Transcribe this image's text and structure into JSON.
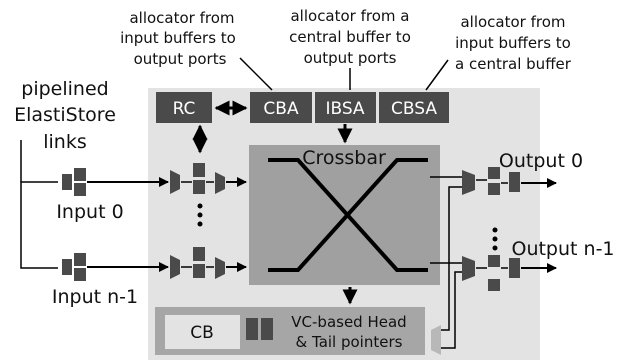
{
  "annotations": {
    "cba": {
      "line1": "allocator from",
      "line2": "input buffers to",
      "line3": "output ports"
    },
    "ibsa": {
      "line1": "allocator from a",
      "line2": "central buffer to",
      "line3": "output ports"
    },
    "cbsa": {
      "line1": "allocator from",
      "line2": "input buffers to",
      "line3": "a central buffer"
    }
  },
  "links_label": {
    "line1": "pipelined",
    "line2": "ElastiStore",
    "line3": "links"
  },
  "ports": {
    "input_0": "Input 0",
    "input_n1": "Input n-1",
    "output_0": "Output 0",
    "output_n1": "Output n-1"
  },
  "blocks": {
    "rc": "RC",
    "cba": "CBA",
    "ibsa": "IBSA",
    "cbsa": "CBSA",
    "crossbar": "Crossbar",
    "cb": "CB"
  },
  "pointers": {
    "line1": "VC-based Head",
    "line2": "& Tail pointers"
  },
  "colors": {
    "router_bg": "#e3e3e3",
    "dark_block": "#4a4a4a",
    "crossbar_bg": "#a0a0a0",
    "cb_area": "#a6a6a6",
    "cb_box": "#e3e3e3"
  }
}
